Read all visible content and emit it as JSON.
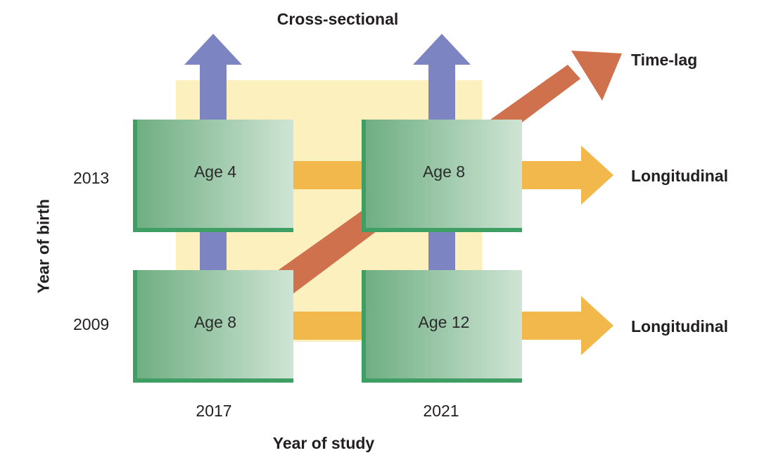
{
  "title": "Cross-sectional",
  "labels": {
    "time_lag": "Time-lag",
    "longitudinal_top": "Longitudinal",
    "longitudinal_bottom": "Longitudinal"
  },
  "axes": {
    "x_label": "Year of study",
    "y_label": "Year of birth",
    "x_ticks": [
      "2017",
      "2021"
    ],
    "y_ticks": [
      "2013",
      "2009"
    ]
  },
  "boxes": {
    "r1c1": "Age 4",
    "r1c2": "Age 8",
    "r2c1": "Age 8",
    "r2c2": "Age 12"
  },
  "colors": {
    "cross_sectional_arrow": "#7c85c1",
    "longitudinal_arrow": "#f2b84b",
    "time_lag_arrow": "#d0714e",
    "background_panel": "#fdf0bf",
    "box_green": "#3e9e63"
  }
}
